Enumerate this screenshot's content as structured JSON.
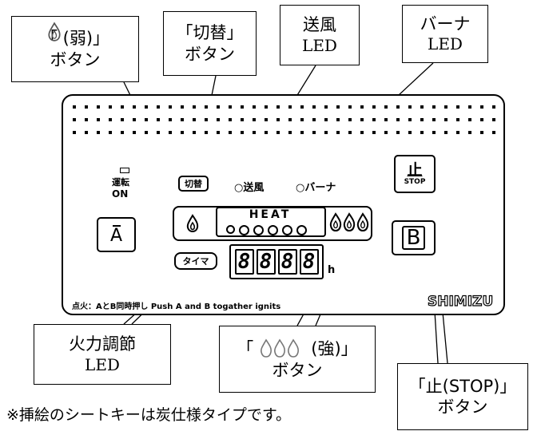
{
  "callouts": {
    "weak_button": {
      "line1": "「 (弱)」",
      "line2": "ボタン"
    },
    "switch_button": {
      "line1": "「切替」",
      "line2": "ボタン"
    },
    "fan_led": {
      "line1": "送風",
      "line2": "LED"
    },
    "burner_led": {
      "line1": "バーナ",
      "line2": "LED"
    },
    "fire_power_led": {
      "line1": "火力調節",
      "line2": "LED"
    },
    "strong_button": {
      "line1": "「",
      "line1b": "(強)」",
      "line2": "ボタン"
    },
    "stop_button": {
      "line1": "「止(STOP)」",
      "line2": "ボタン"
    }
  },
  "panel": {
    "run_on_line1": "運転",
    "run_on_line2": "ON",
    "switch_key": "切替",
    "fan_led_label": "○送風",
    "burner_led_label": "○バーナ",
    "heat_label": "HEAT",
    "stop_key_kanji": "止",
    "stop_key_text": "STOP",
    "a_key": "A",
    "b_key": "B",
    "timer_key": "タイマ",
    "display_digits": [
      "8",
      "8",
      "8",
      "8"
    ],
    "display_suffix": "h",
    "bottom_text": "点火：AとB同時押し Push A and B togather ignits",
    "brand": "SHIMIZU"
  },
  "footnote": "※挿絵のシートキーは炭仕様タイプです。"
}
